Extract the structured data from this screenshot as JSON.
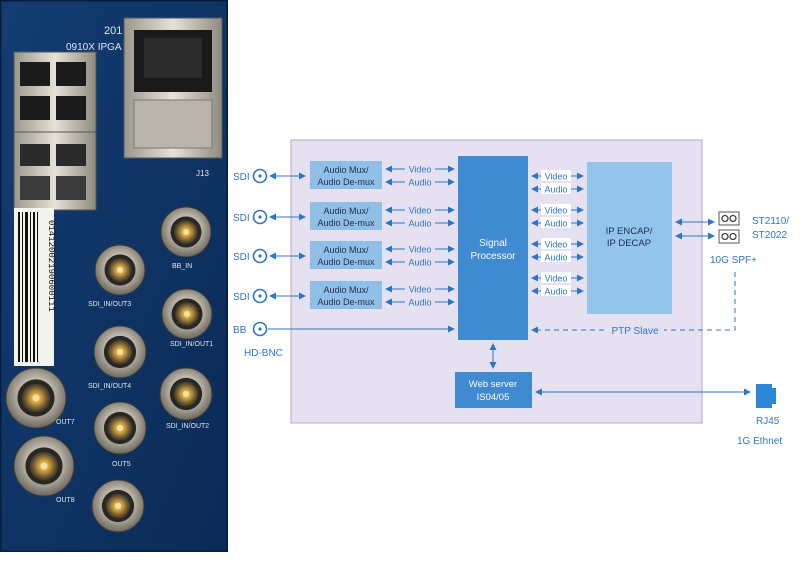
{
  "photo": {
    "silkscreen_top": "201",
    "silkscreen_model": "0910X IPGA",
    "jack_label": "J13",
    "barcode_text": "01412002190600111",
    "bnc_labels": [
      "BB_IN",
      "SDI_IN/OUT3",
      "SDI_IN/OUT1",
      "SDI_IN/OUT4",
      "SDI_IN/OUT2",
      "OUT7",
      "OUT5",
      "OUT8"
    ]
  },
  "diagram": {
    "inputs": [
      {
        "label": "SDI"
      },
      {
        "label": "SDI"
      },
      {
        "label": "SDI"
      },
      {
        "label": "SDI"
      },
      {
        "label": "BB",
        "sublabel": "HD-BNC"
      }
    ],
    "audio_blocks": [
      {
        "line1": "Audio Mux/",
        "line2": "Audio De-mux",
        "video": "Video",
        "audio": "Audio"
      },
      {
        "line1": "Audio Mux/",
        "line2": "Audio De-mux",
        "video": "Video",
        "audio": "Audio"
      },
      {
        "line1": "Audio Mux/",
        "line2": "Audio De-mux",
        "video": "Video",
        "audio": "Audio"
      },
      {
        "line1": "Audio Mux/",
        "line2": "Audio De-mux",
        "video": "Video",
        "audio": "Audio"
      }
    ],
    "signal_processor": {
      "line1": "Signal",
      "line2": "Processor"
    },
    "encap_links": [
      {
        "video": "Video",
        "audio": "Audio"
      },
      {
        "video": "Video",
        "audio": "Audio"
      },
      {
        "video": "Video",
        "audio": "Audio"
      },
      {
        "video": "Video",
        "audio": "Audio"
      }
    ],
    "ip_block": {
      "line1": "IP ENCAP/",
      "line2": "IP DECAP"
    },
    "sfp": {
      "std1": "ST2110/",
      "std2": "ST2022",
      "label": "10G SPF+"
    },
    "ptp_label": "PTP Slave",
    "web_server": {
      "line1": "Web server",
      "line2": "IS04/05"
    },
    "rj45": {
      "label": "RJ45",
      "sublabel": "1G Ethnet"
    },
    "colors": {
      "panel": "#e6e1f1",
      "panel_border": "#b3a7d0",
      "audio_block": "#8fbfe6",
      "signal_processor": "#3f8ad1",
      "ip_block": "#93c5ec",
      "web_server": "#3f8ad1",
      "arrow": "#2e76c4",
      "text": "#2e76c4"
    }
  }
}
